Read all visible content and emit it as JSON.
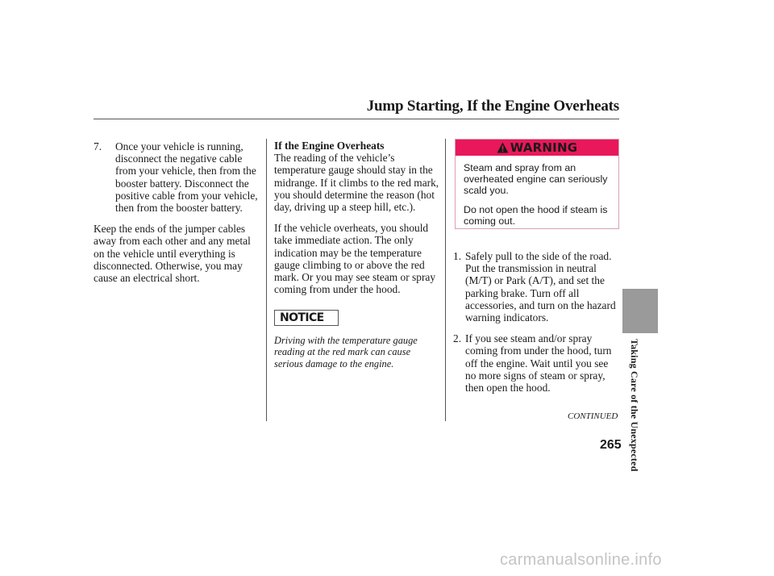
{
  "page": {
    "title": "Jump Starting, If the Engine Overheats",
    "page_number": "265",
    "side_label": "Taking Care of the Unexpected",
    "continued": "CONTINUED",
    "watermark": "carmanualsonline.info"
  },
  "col1": {
    "step7_num": "7.",
    "step7_text": "Once your vehicle is running, disconnect the negative cable from your vehicle, then from the booster battery. Disconnect the positive cable from your vehicle, then from the booster battery.",
    "para": "Keep the ends of the jumper cables away from each other and any metal on the vehicle until everything is disconnected. Otherwise, you may cause an electrical short."
  },
  "col2": {
    "heading": "If the Engine Overheats",
    "para1": "The reading of the vehicle’s temperature gauge should stay in the midrange. If it climbs to the red mark, you should determine the reason (hot day, driving up a steep hill, etc.).",
    "para2": "If the vehicle overheats, you should take immediate action. The only indication may be the temperature gauge climbing to or above the red mark. Or you may see steam or spray coming from under the hood.",
    "notice_label": "NOTICE",
    "notice_text": "Driving with the temperature gauge reading at the red mark can cause serious damage to the engine."
  },
  "col3": {
    "warning_label": "WARNING",
    "warning_p1": "Steam and spray from an overheated engine can seriously scald you.",
    "warning_p2": "Do not open the hood if steam is coming out.",
    "step1_num": "1.",
    "step1_text": "Safely pull to the side of the road. Put the transmission in neutral (M/T) or Park (A/T), and set the parking brake. Turn off all accessories, and turn on the hazard warning indicators.",
    "step2_num": "2.",
    "step2_text": "If you see steam and/or spray coming from under the hood, turn off the engine. Wait until you see no more signs of steam or spray, then open the hood."
  },
  "colors": {
    "warning_band": "#e8185a",
    "side_tab": "#9a9a9a"
  }
}
